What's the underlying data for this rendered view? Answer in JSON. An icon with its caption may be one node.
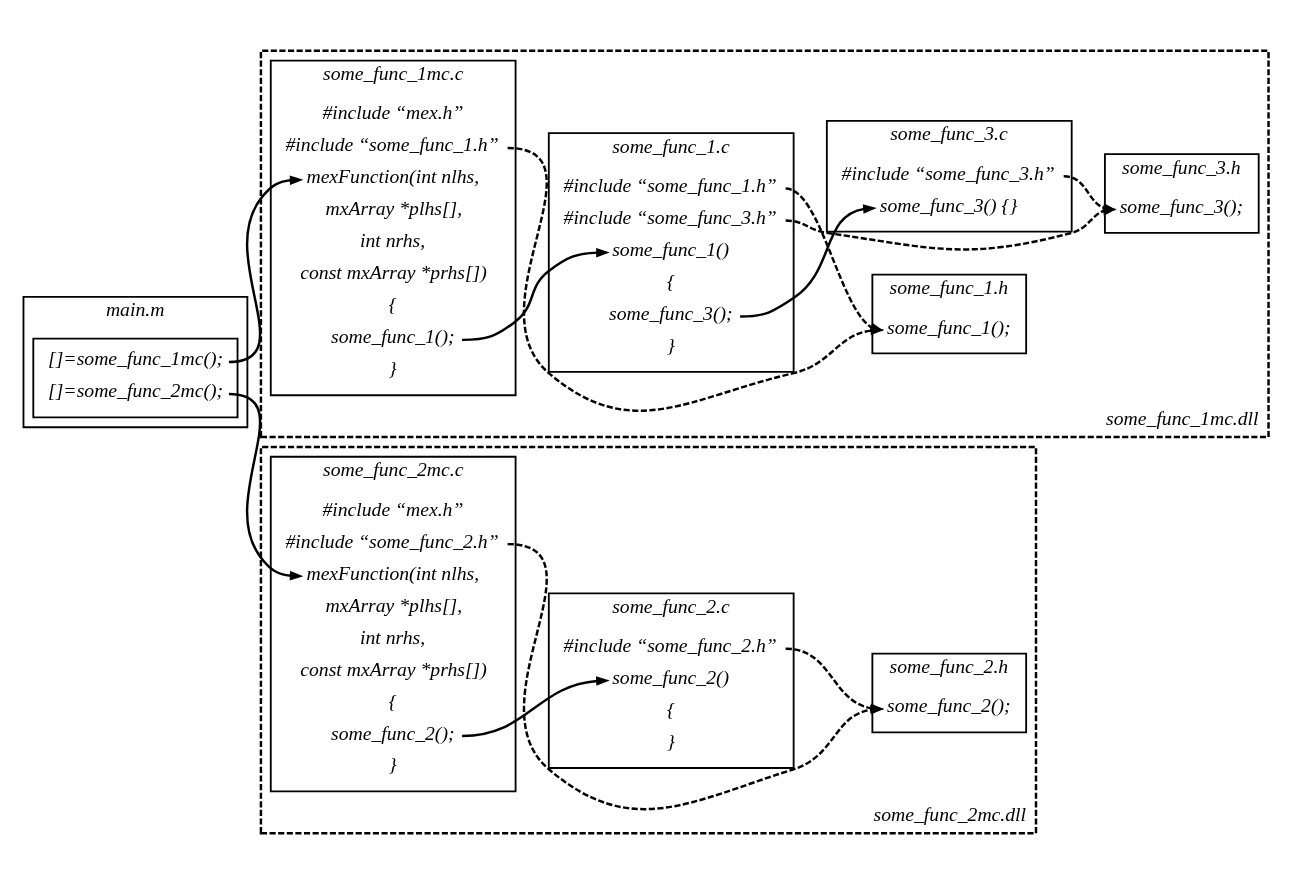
{
  "diagram": {
    "nodes": [
      {
        "text": [
          "some_func_1mc.dll"
        ]
      },
      {
        "text": [
          "some_func_1mc.c"
        ],
        "in": 0
      },
      {
        "text": [
          "#include “mex.h”"
        ],
        "in": 1
      },
      {
        "text": [
          "#include “some_func_1.h”"
        ],
        "in": 1
      },
      {
        "text": [
          "mexFunction(int nlhs,"
        ],
        "in": 1
      },
      {
        "text": [
          "mxArray *plhs[],"
        ],
        "in": 1
      },
      {
        "text": [
          "int nrhs,"
        ],
        "in": 1
      },
      {
        "text": [
          "const mxArray *prhs[])"
        ],
        "in": 1
      },
      {
        "text": [
          "{"
        ],
        "in": 1
      },
      {
        "text": [
          "some_func_1();"
        ],
        "in": 1
      },
      {
        "text": [
          "}"
        ],
        "in": 1
      },
      {
        "text": [
          "some_func_1.h"
        ],
        "in": 0
      },
      {
        "text": [
          "some_func_1();"
        ],
        "in": 11
      },
      {
        "text": [
          "some_func_3.h"
        ],
        "in": 0
      },
      {
        "text": [
          "some_func_3();"
        ],
        "in": 13
      },
      {
        "text": [
          "some_func_1.c"
        ],
        "in": 0
      },
      {
        "text": [
          "#include “some_func_1.h”"
        ],
        "in": 15
      },
      {
        "text": [
          "#include “some_func_3.h”"
        ],
        "in": 15
      },
      {
        "text": [
          "some_func_1()"
        ],
        "in": 15
      },
      {
        "text": [
          "{"
        ],
        "in": 15
      },
      {
        "text": [
          "some_func_3();"
        ],
        "in": 15
      },
      {
        "text": [
          "}"
        ],
        "in": 15
      },
      {
        "text": [
          "some_func_3.c"
        ],
        "in": 0
      },
      {
        "text": [
          "#include “some_func_3.h”"
        ],
        "in": 22
      },
      {
        "text": [
          "some_func_3() {}"
        ],
        "in": 22
      },
      {
        "text": [
          "main.m"
        ]
      },
      {
        "text": [],
        "shape": "box",
        "in": 25
      },
      {
        "text": [
          "[]=some_func_1mc();"
        ],
        "in": 26
      },
      {
        "text": [
          "[]=some_func_2mc();"
        ],
        "in": 26
      },
      {
        "text": [
          "some_func_2mc.dll"
        ]
      },
      {
        "text": [
          "some_func_2mc.c"
        ],
        "in": 29
      },
      {
        "text": [
          "#include “mex.h”"
        ],
        "in": 30
      },
      {
        "text": [
          "#include “some_func_2.h”"
        ],
        "in": 30
      },
      {
        "text": [
          "mexFunction(int nlhs,"
        ],
        "in": 30
      },
      {
        "text": [
          "mxArray *plhs[],"
        ],
        "in": 30
      },
      {
        "text": [
          "int nrhs,"
        ],
        "in": 30
      },
      {
        "text": [
          "const mxArray *prhs[])"
        ],
        "in": 30
      },
      {
        "text": [
          "{"
        ],
        "in": 30
      },
      {
        "text": [
          "some_func_2();"
        ],
        "in": 30
      },
      {
        "text": [
          "}"
        ],
        "in": 30
      },
      {
        "text": [
          "some_func_2.h"
        ],
        "in": 29
      },
      {
        "text": [
          "some_func_2();"
        ],
        "in": 40
      },
      {
        "text": [
          "some_func_2.c"
        ],
        "in": 29
      },
      {
        "text": [
          "#include “some_func_2.h”"
        ],
        "in": 42
      },
      {
        "text": [
          "some_func_2()"
        ],
        "in": 42
      },
      {
        "text": [
          "{"
        ],
        "in": 42
      },
      {
        "text": [
          "}"
        ],
        "in": 42
      }
    ],
    "edges": [
      {
        "from": 3,
        "to": 12,
        "arrow": "to",
        "style": "dashed"
      },
      {
        "from": 16,
        "to": 12,
        "arrow": "to",
        "style": "dashed"
      },
      {
        "from": 17,
        "to": 14,
        "arrow": "to",
        "style": "dashed"
      },
      {
        "from": 23,
        "to": 14,
        "arrow": "to",
        "style": "dashed"
      },
      {
        "from": 9,
        "to": 18,
        "arrow": "to"
      },
      {
        "from": 20,
        "to": 24,
        "arrow": "to"
      },
      {
        "from": 27,
        "to": 4,
        "arrow": "to"
      },
      {
        "from": 28,
        "to": 33,
        "arrow": "to"
      },
      {
        "from": 32,
        "to": 41,
        "arrow": "to",
        "style": "dashed"
      },
      {
        "from": 43,
        "to": 41,
        "arrow": "to",
        "style": "dashed"
      },
      {
        "from": 38,
        "to": 44,
        "arrow": "to"
      }
    ]
  }
}
